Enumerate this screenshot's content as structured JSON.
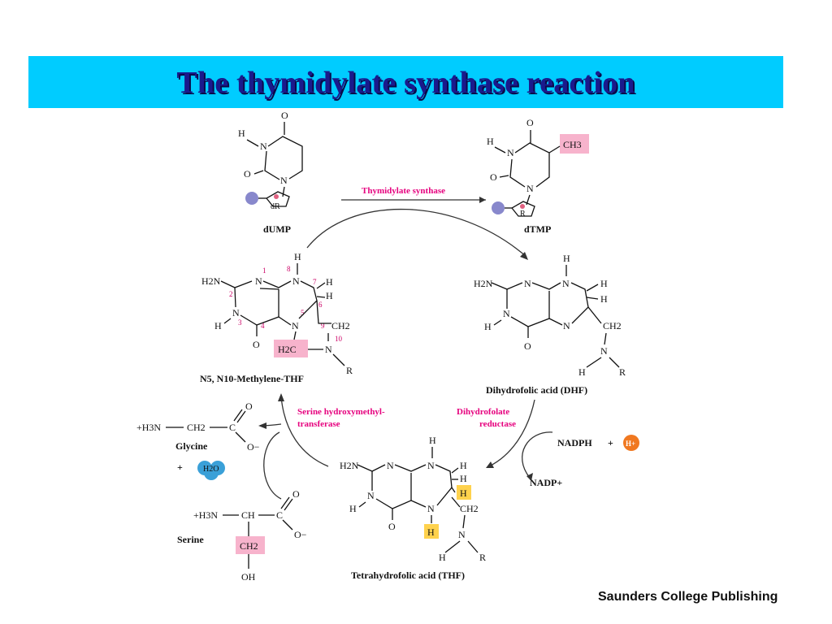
{
  "title": "The thymidylate synthase reaction",
  "publisher": "Saunders College Publishing",
  "molecules": {
    "dump": "dUMP",
    "dtmp": "dTMP",
    "methylene_thf": "N5, N10-Methylene-THF",
    "dhf": "Dihydrofolic acid (DHF)",
    "thf": "Tetrahydrofolic acid (THF)",
    "glycine": "Glycine",
    "serine": "Serine"
  },
  "enzymes": {
    "thymidylate_synthase": "Thymidylate synthase",
    "shmt_line1": "Serine hydroxymethyl-",
    "shmt_line2": "transferase",
    "dhfr_line1": "Dihydrofolate",
    "dhfr_line2": "reductase"
  },
  "cofactors": {
    "nadph": "NADPH",
    "plus": "+",
    "nadp": "NADP+",
    "h_plus": "H+",
    "water": "H2O"
  },
  "ring_labels": {
    "dr": "dR",
    "r": "R",
    "ch3": "CH3",
    "ch2": "CH2",
    "h2c": "H2C",
    "h2n": "H2N",
    "oh": "OH",
    "nh3": "+H3N"
  },
  "colors": {
    "title_bar": "#00ccff",
    "title_text": "#1a1a8c",
    "enzyme_text": "#e6007e",
    "highlight_pink": "#f7b3cc",
    "highlight_yellow": "#ffd24d",
    "h_plus_orange": "#f07820",
    "water_blue": "#3aa0d8"
  }
}
